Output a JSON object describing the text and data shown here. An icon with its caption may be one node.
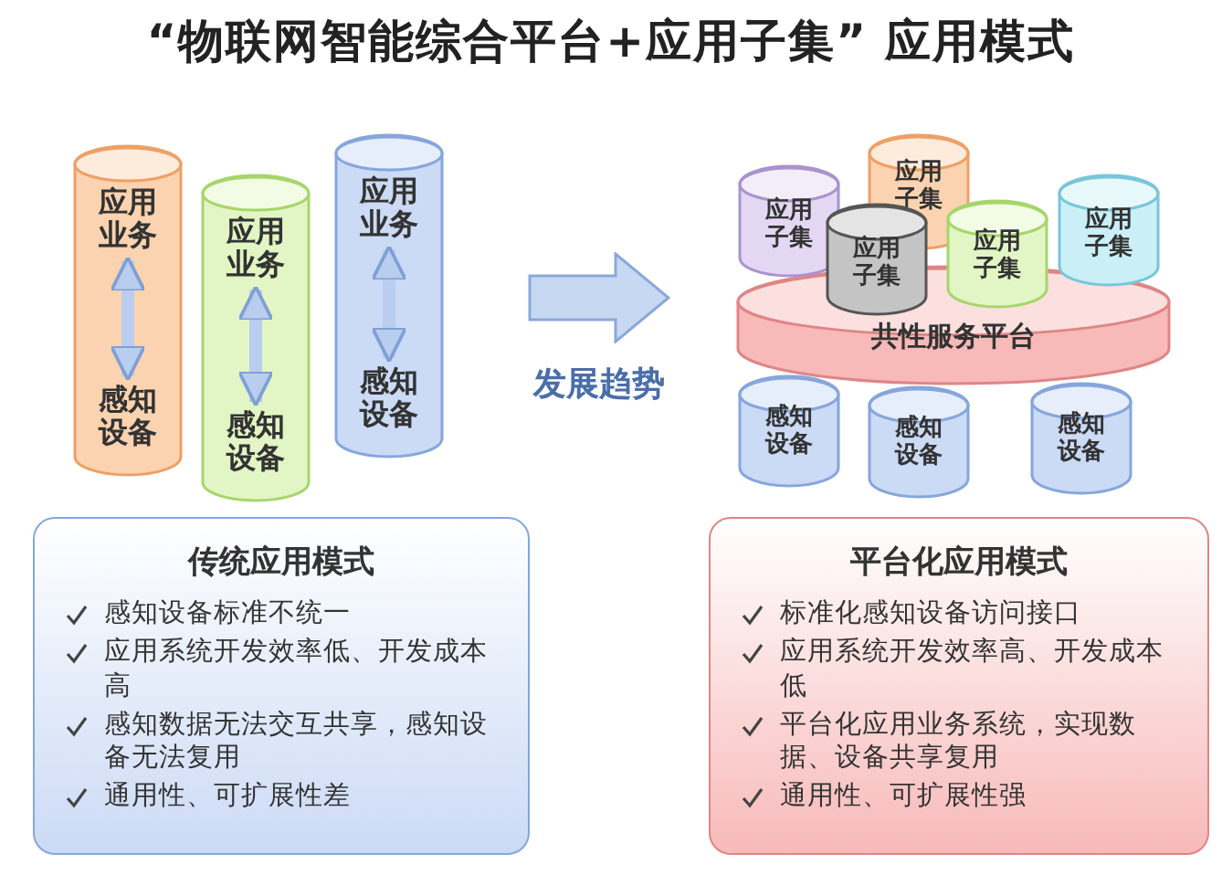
{
  "diagram": {
    "title": "“物联网智能综合平台+应用子集” 应用模式",
    "nodes": [
      {
        "text": [],
        "shape": "cylinder"
      },
      {
        "text": [
          "应用业务"
        ],
        "in": 0
      },
      {
        "text": [
          "感知设备"
        ],
        "in": 0
      },
      {
        "text": [],
        "shape": "cylinder"
      },
      {
        "text": [
          "应用业务"
        ],
        "in": 3
      },
      {
        "text": [
          "感知设备"
        ],
        "in": 3
      },
      {
        "text": [],
        "shape": "cylinder"
      },
      {
        "text": [
          "应用业务"
        ],
        "in": 6
      },
      {
        "text": [
          "感知设备"
        ],
        "in": 6
      },
      {
        "text": [
          "应用子集"
        ]
      },
      {
        "text": [
          "应用子集"
        ]
      },
      {
        "text": [
          "应用子集"
        ]
      },
      {
        "text": [
          "应用子集"
        ]
      },
      {
        "text": [
          "应用子集"
        ]
      },
      {
        "text": [
          "共性服务平台"
        ]
      },
      {
        "text": [
          "感知设备"
        ]
      },
      {
        "text": [
          "感知设备"
        ]
      },
      {
        "text": [
          "感知设备"
        ]
      },
      {
        "text": [
          "传统应用模式",
          "感知设备标准不统一",
          "应用系统开发效率低、开发成本高",
          "感知数据无法交互共享，感知设备无法复用",
          "通用性、可扩展性差"
        ]
      },
      {
        "text": [
          "平台化应用模式",
          "标准化感知设备访问接口",
          "应用系统开发效率高、开发成本低",
          "平台化应用业务系统，实现数据、设备共享复用",
          "通用性、可扩展性强"
        ]
      }
    ],
    "edges": [
      {
        "from": 1,
        "to": 2,
        "arrow": "both"
      },
      {
        "from": 4,
        "to": 5,
        "arrow": "both"
      },
      {
        "from": 7,
        "to": 8,
        "arrow": "both"
      }
    ],
    "labels": [
      "发展趋势"
    ]
  }
}
